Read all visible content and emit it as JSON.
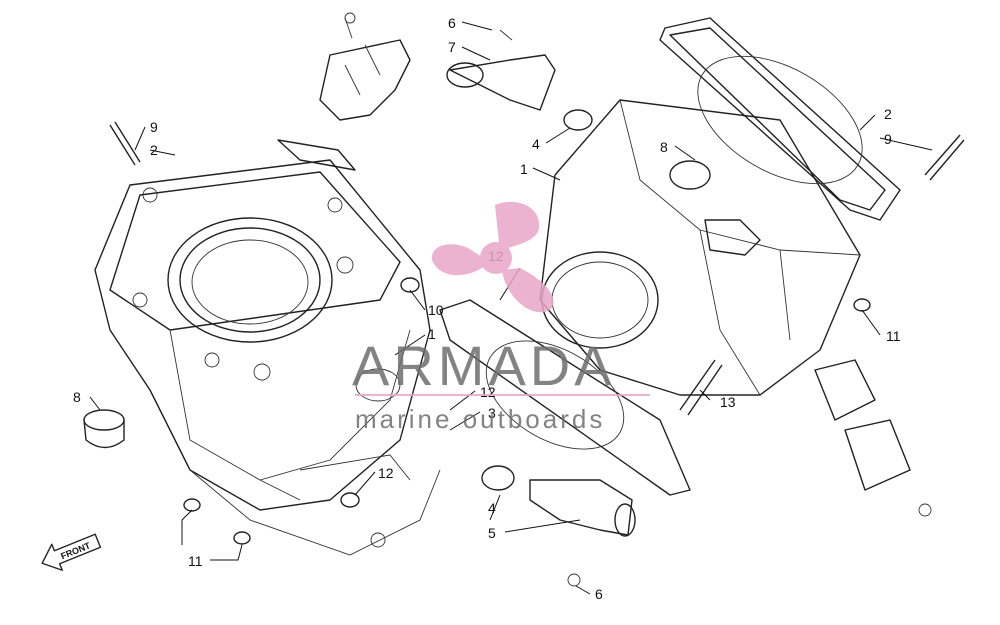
{
  "callouts": [
    {
      "id": "c6a",
      "text": "6"
    },
    {
      "id": "c7",
      "text": "7"
    },
    {
      "id": "c4a",
      "text": "4"
    },
    {
      "id": "c1a",
      "text": "1"
    },
    {
      "id": "c8a",
      "text": "8"
    },
    {
      "id": "c2a",
      "text": "2"
    },
    {
      "id": "c9a",
      "text": "9"
    },
    {
      "id": "c9b",
      "text": "9"
    },
    {
      "id": "c2b",
      "text": "2"
    },
    {
      "id": "c11a",
      "text": "11"
    },
    {
      "id": "c13",
      "text": "13"
    },
    {
      "id": "c10",
      "text": "10"
    },
    {
      "id": "c1b",
      "text": "1"
    },
    {
      "id": "c8b",
      "text": "8"
    },
    {
      "id": "c12a",
      "text": "12"
    },
    {
      "id": "c3",
      "text": "3"
    },
    {
      "id": "c12b",
      "text": "12"
    },
    {
      "id": "c12c",
      "text": "12"
    },
    {
      "id": "c4b",
      "text": "4"
    },
    {
      "id": "c5",
      "text": "5"
    },
    {
      "id": "c6b",
      "text": "6"
    },
    {
      "id": "c11b",
      "text": "11"
    }
  ],
  "watermark": {
    "brand": "ARMADA",
    "tagline": "marine outboards",
    "logo_color": "#e8a6c8",
    "text_color": "#6e6e6e"
  },
  "front_arrow": {
    "label": "FRONT"
  }
}
